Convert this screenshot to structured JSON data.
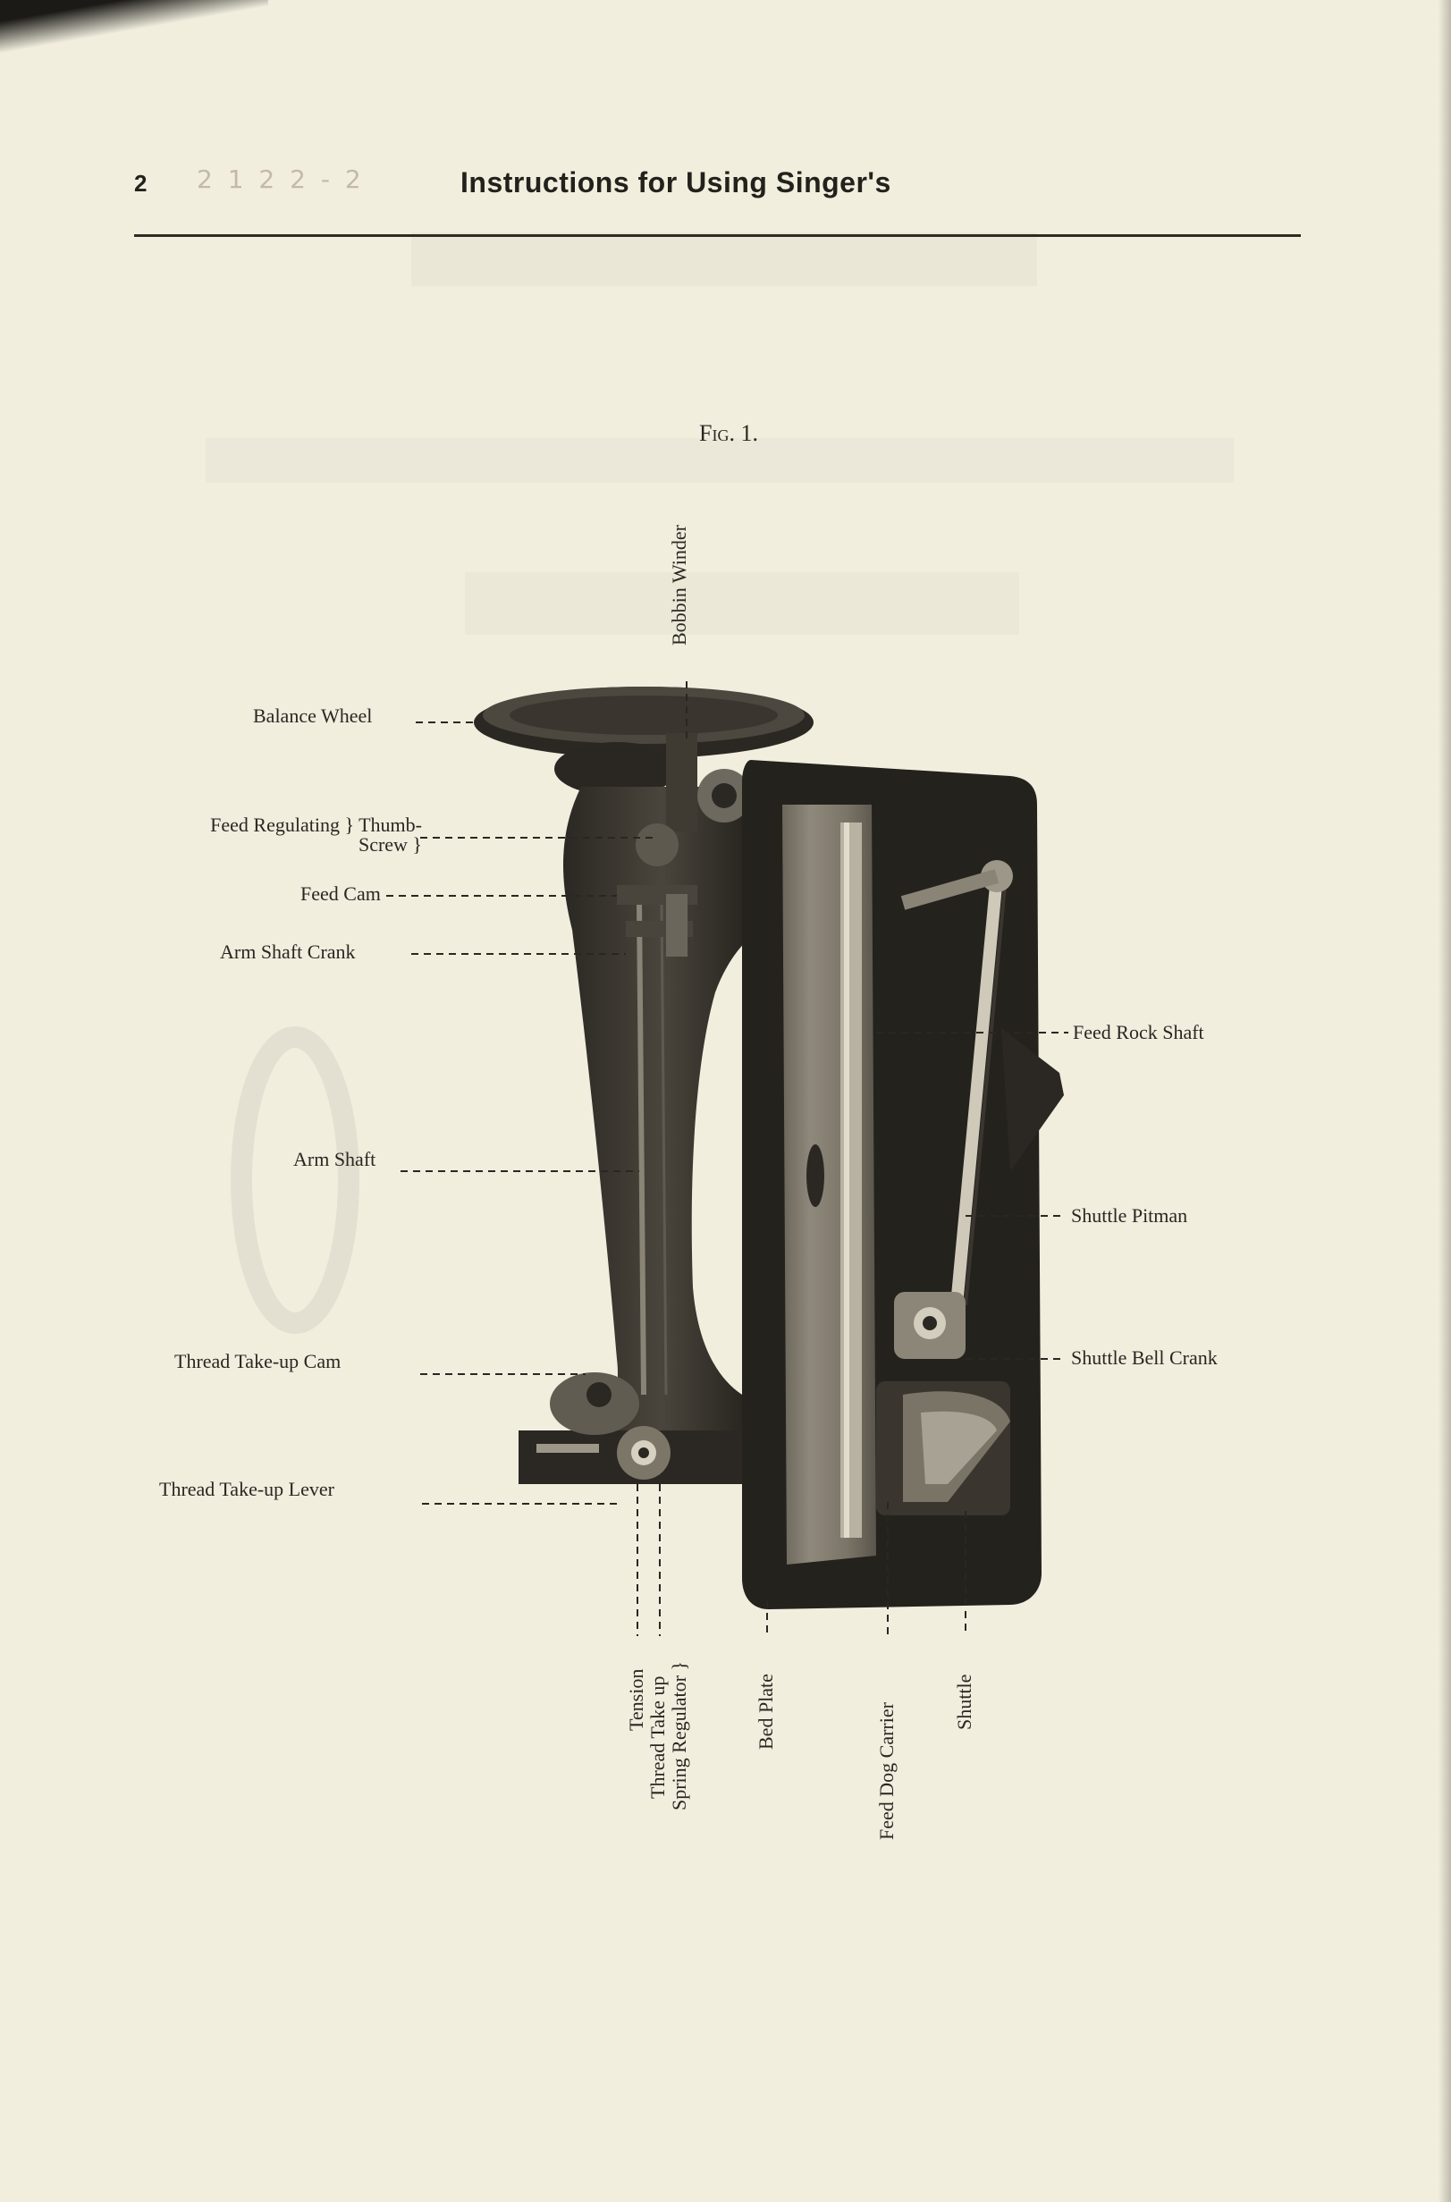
{
  "header": {
    "page_number": "2",
    "pencil_note": "2 1 2 2 - 2",
    "running_head": "Instructions for Using Singer's"
  },
  "figure": {
    "caption_prefix": "Fig. 1."
  },
  "labels": {
    "left": [
      {
        "id": "balance-wheel",
        "text": "Balance Wheel"
      },
      {
        "id": "feed-regulating",
        "text": "Feed Regulating } Thumb-Screw }"
      },
      {
        "id": "feed-cam",
        "text": "Feed Cam"
      },
      {
        "id": "arm-shaft-crank",
        "text": "Arm Shaft Crank"
      },
      {
        "id": "arm-shaft",
        "text": "Arm Shaft"
      },
      {
        "id": "thread-take-up-cam",
        "text": "Thread Take-up Cam"
      },
      {
        "id": "thread-take-up-lever",
        "text": "Thread Take-up Lever"
      }
    ],
    "right": [
      {
        "id": "feed-rock-shaft",
        "text": "Feed Rock Shaft"
      },
      {
        "id": "shuttle-pitman",
        "text": "Shuttle Pitman"
      },
      {
        "id": "shuttle-bell-crank",
        "text": "Shuttle Bell Crank"
      }
    ],
    "top": [
      {
        "id": "bobbin-winder",
        "text": "Bobbin Winder"
      }
    ],
    "bottom": [
      {
        "id": "tension",
        "text": "Tension"
      },
      {
        "id": "thread-take-up",
        "text": "Thread Take up"
      },
      {
        "id": "spring-regulator",
        "text": "Spring Regulator }"
      },
      {
        "id": "bed-plate",
        "text": "Bed Plate"
      },
      {
        "id": "feed-dog-carrier",
        "text": "Feed Dog Carrier"
      },
      {
        "id": "shuttle",
        "text": "Shuttle"
      }
    ]
  },
  "colors": {
    "paper": "#f1eede",
    "ink": "#2a2722",
    "machine": "#1f1d19"
  }
}
